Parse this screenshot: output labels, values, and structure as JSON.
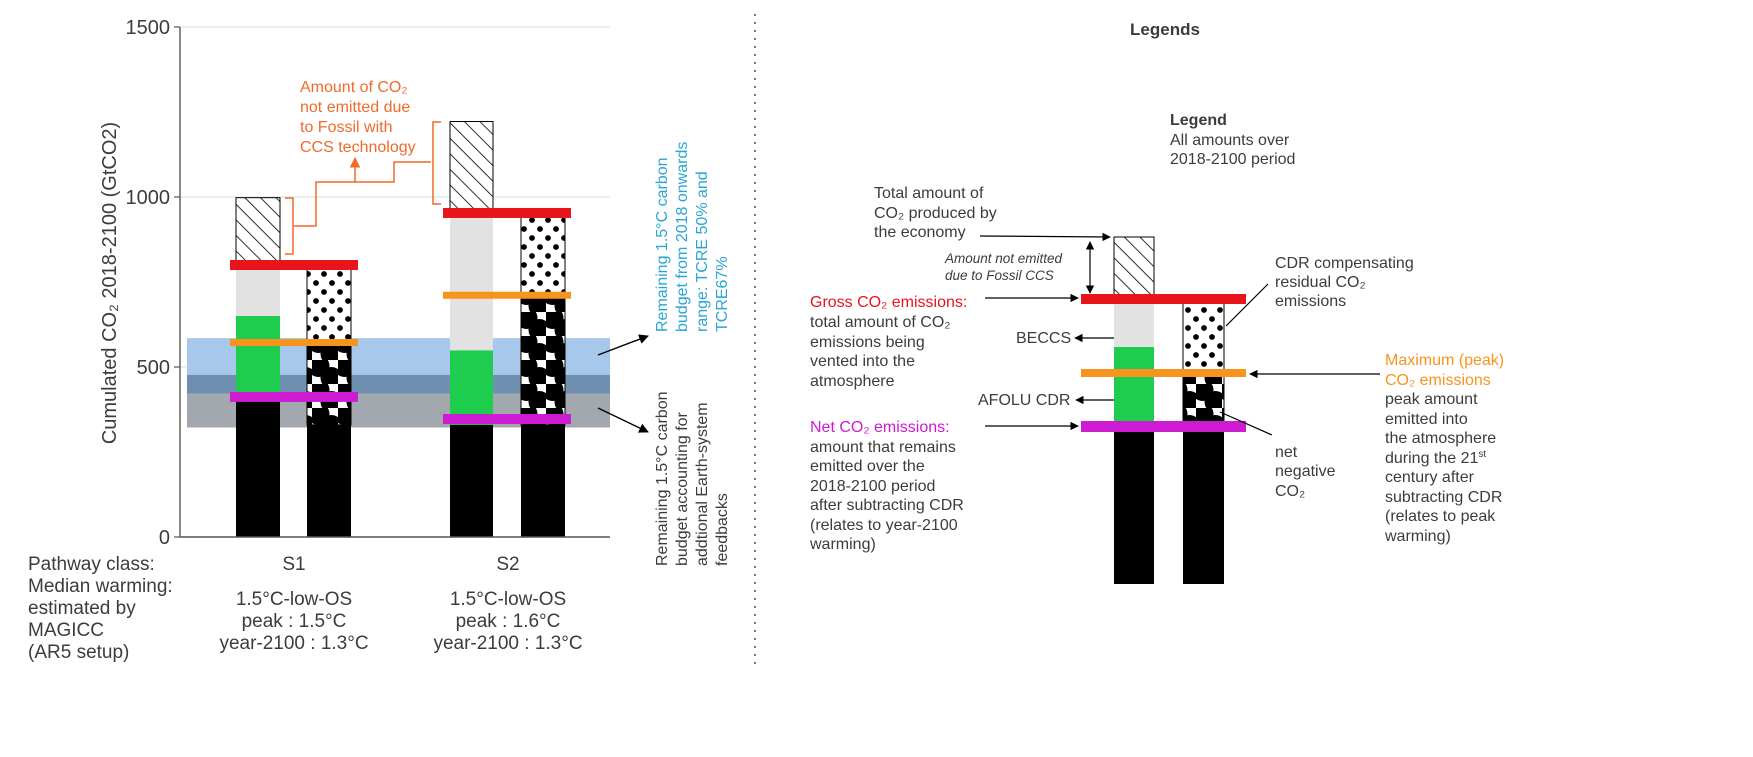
{
  "colors": {
    "red": "#e8141b",
    "orange": "#f7941d",
    "magenta": "#cc1bd1",
    "green": "#1ecc4e",
    "lightgray": "#e2e2e2",
    "black": "#000000",
    "band_light_blue": "#a7c8ea",
    "band_mid_blue": "#6e8fae",
    "band_gray": "#a2a8ae",
    "cyan_text": "#2aa5d6",
    "orange_text": "#ef6b2a"
  },
  "chart_data": {
    "type": "bar",
    "ylabel": "Cumulated CO₂ 2018-2100 (GtCO2)",
    "ylim": [
      0,
      1500
    ],
    "yticks": [
      "0",
      "500",
      "1000",
      "1500"
    ],
    "grid": true,
    "categories": [
      "S1",
      "S2"
    ],
    "pathways": [
      {
        "name": "S1",
        "class": "1.5°C-low-OS",
        "peak": "peak : 1.5°C",
        "y2100": "year-2100 : 1.3°C",
        "total_produced": 998,
        "gross": 800,
        "peak_emissions": 572,
        "net": 412,
        "afolu_top": 650,
        "black_top": 400,
        "cdr_residual_bar": {
          "top": 800,
          "circle_dots_from": 330,
          "small_dots_from": 572
        }
      },
      {
        "name": "S2",
        "class": "1.5°C-low-OS",
        "peak": "peak : 1.6°C",
        "y2100": "year-2100 : 1.3°C",
        "total_produced": 1222,
        "gross": 953,
        "peak_emissions": 711,
        "net": 347,
        "afolu_top": 549,
        "black_top": 330,
        "cdr_residual_bar": {
          "top": 940,
          "circle_dots_from": 330,
          "small_dots_from": 711
        }
      }
    ],
    "bands": [
      {
        "from": 477,
        "to": 585,
        "color": "#a7c8ea"
      },
      {
        "from": 422,
        "to": 477,
        "color": "#6e8fae"
      },
      {
        "from": 322,
        "to": 422,
        "color": "#a2a8ae"
      }
    ]
  },
  "left": {
    "row_labels": [
      "Pathway class:",
      "Median warming:",
      "estimated by",
      "MAGICC",
      "(AR5 setup)"
    ],
    "annotation_ccs": [
      "Amount of CO₂",
      "not emitted due",
      "to Fossil with",
      "CCS technology"
    ],
    "budget_label_1": [
      "Remaining 1.5°C carbon",
      "budget from 2018 onwards",
      "range: TCRE 50% and",
      "TCRE67%"
    ],
    "budget_label_2": [
      "Remaining 1.5°C carbon",
      "budget accounting for",
      "addtional Earth-system",
      "feedbacks"
    ]
  },
  "legend": {
    "title": "Legends",
    "sub_title": "Legend",
    "sub_lines": [
      "All amounts over",
      "2018-2100 period"
    ],
    "total_produced": [
      "Total amount of",
      "CO₂ produced by",
      "the economy"
    ],
    "not_emitted": [
      "Amount not emitted",
      "due to Fossil CCS"
    ],
    "gross_head": "Gross CO₂ emissions:",
    "gross_body": [
      "total amount of CO₂",
      "emissions being",
      "vented into the",
      "atmosphere"
    ],
    "beccs": "BECCS",
    "afolu": "AFOLU CDR",
    "net_head": "Net CO₂ emissions:",
    "net_body": [
      "amount that remains",
      "emitted over the",
      "2018-2100 period",
      "after subtracting CDR",
      "(relates to year-2100",
      "warming)"
    ],
    "cdr_comp": [
      "CDR compensating",
      "residual CO₂",
      "emissions"
    ],
    "peak_head": [
      "Maximum (peak)",
      "CO₂ emissions"
    ],
    "peak_body": [
      "peak amount",
      "emitted into",
      "the atmosphere"
    ],
    "peak_21_pre": "during the 21",
    "peak_21_sup": "st",
    "peak_body2": [
      "century after",
      "subtracting CDR",
      "(relates to peak",
      "warming)"
    ],
    "net_negative": [
      "net",
      "negative",
      "CO₂"
    ]
  }
}
